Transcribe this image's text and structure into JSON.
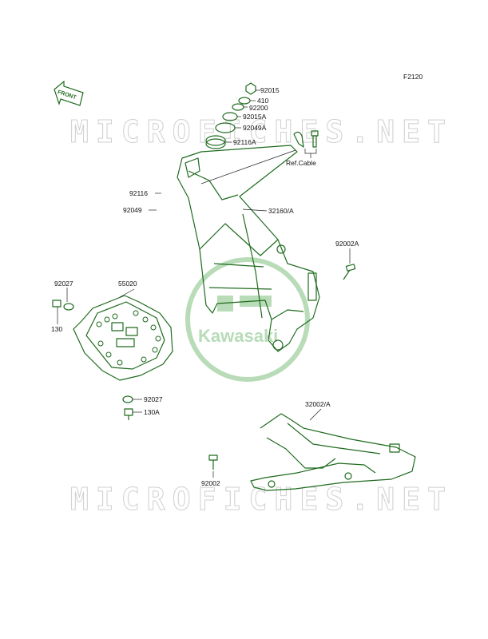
{
  "figure_code": "F2120",
  "front_tag": "FRONT",
  "watermark": "MICROFICHES.NET",
  "logo_text": "Kawasaki",
  "ref_label": "Ref.Cable",
  "parts": {
    "p92015": "92015",
    "p410": "410",
    "p92200": "92200",
    "p92015A": "92015A",
    "p92049A": "92049A",
    "p92116A": "92116A",
    "p92116": "92116",
    "p92049": "92049",
    "p32160A": "32160/A",
    "p92002A": "92002A",
    "p92027_top": "92027",
    "p55020": "55020",
    "p130": "130",
    "p92027_bot": "92027",
    "p130A": "130A",
    "p32002A": "32002/A",
    "p92002": "92002"
  },
  "colors": {
    "part_line": "#1f6b1f",
    "watermark": "#cfcfcf",
    "logo": "#7fbf7f"
  }
}
